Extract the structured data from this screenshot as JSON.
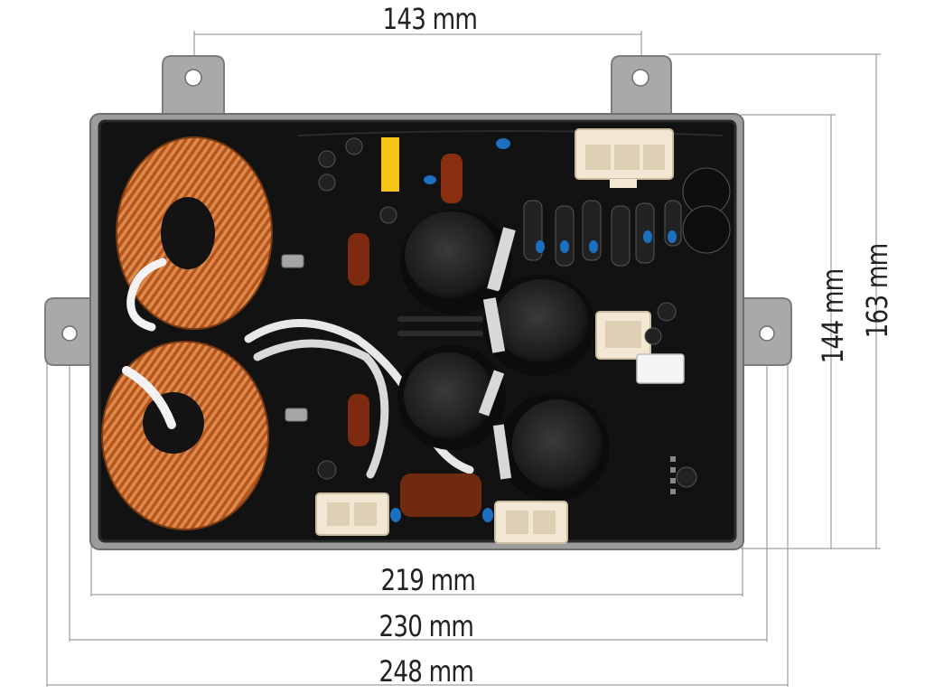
{
  "dimensions": {
    "top_width": "143 mm",
    "inner_height": "144 mm",
    "outer_height": "163 mm",
    "board_width": "219 mm",
    "mount_width": "230 mm",
    "overall_width": "248 mm"
  },
  "colors": {
    "board": "#111111",
    "frame": "#9a9a9a",
    "copper": "#c46428",
    "capacitor": "#1c1c1c",
    "connector": "#f1e6cf",
    "dimension_line": "#888888"
  }
}
